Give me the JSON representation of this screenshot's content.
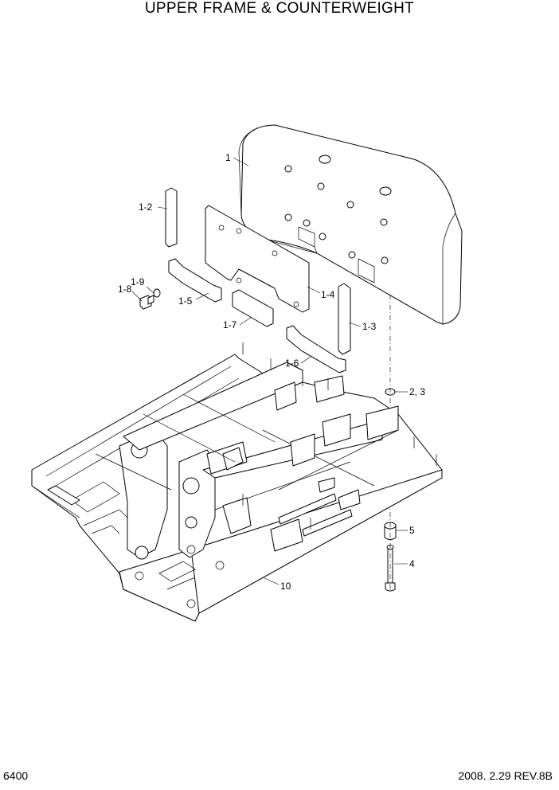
{
  "title": "UPPER FRAME & COUNTERWEIGHT",
  "footer": {
    "page_number": "6400",
    "revision": "2008. 2.29  REV.8B"
  },
  "callouts": {
    "c1": "1",
    "c1_2": "1-2",
    "c1_9": "1-9",
    "c1_8": "1-8",
    "c1_5": "1-5",
    "c1_4": "1-4",
    "c1_7": "1-7",
    "c1_3": "1-3",
    "c1_6": "1-6",
    "c2_3": "2, 3",
    "c5": "5",
    "c4": "4",
    "c10": "10"
  }
}
